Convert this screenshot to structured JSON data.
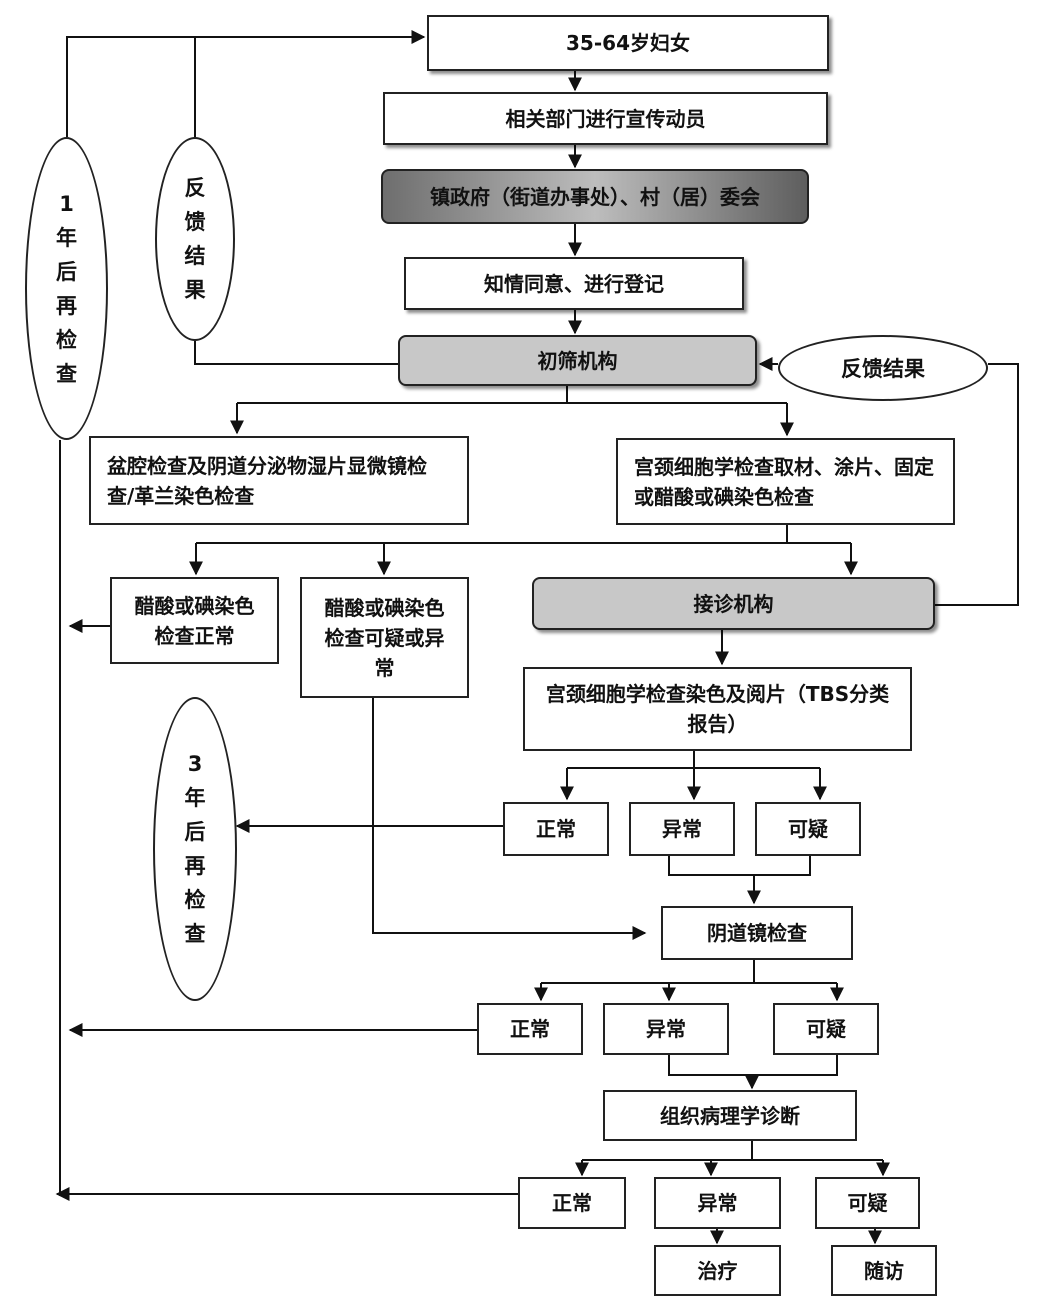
{
  "nodes": {
    "women": "35-64岁妇女",
    "publicity": "相关部门进行宣传动员",
    "government": "镇政府（街道办事处）、村（居）委会",
    "consent": "知情同意、进行登记",
    "screening_org": "初筛机构",
    "feedback_right": "反馈结果",
    "pelvic_exam": "盆腔检查及阴道分泌物湿片显微镜检查/革兰染色检查",
    "cytology_sampling": "宫颈细胞学检查取材、涂片、固定或醋酸或碘染色检查",
    "stain_normal": "醋酸或碘染色检查正常",
    "stain_abnormal": "醋酸或碘染色检查可疑或异常",
    "referral_org": "接诊机构",
    "tbs": "宫颈细胞学检查染色及阅片（TBS分类报告）",
    "tbs_normal": "正常",
    "tbs_abnormal": "异常",
    "tbs_suspicious": "可疑",
    "colposcopy": "阴道镜检查",
    "colpo_normal": "正常",
    "colpo_abnormal": "异常",
    "colpo_suspicious": "可疑",
    "histopathology": "组织病理学诊断",
    "histo_normal": "正常",
    "histo_abnormal": "异常",
    "histo_suspicious": "可疑",
    "treatment": "治疗",
    "followup": "随访",
    "recheck_1yr": "1年后再检查",
    "feedback_left": "反馈结果",
    "recheck_3yr": "3年后再检查"
  }
}
